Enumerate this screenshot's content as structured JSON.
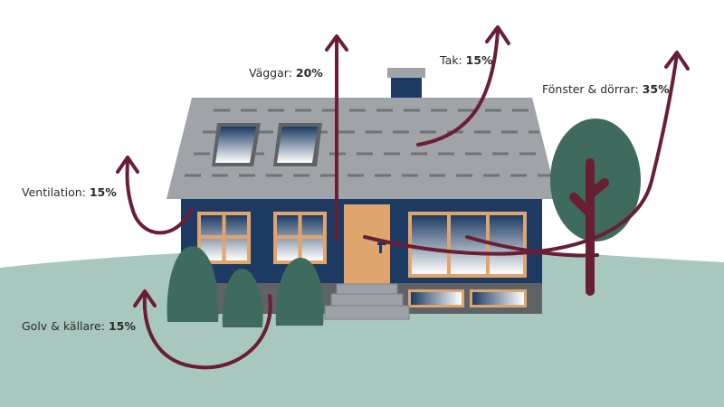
{
  "colors": {
    "ground": "#a8c7bf",
    "house": "#1d3a63",
    "roof": "#a0a3a7",
    "roof_dash": "#6f7378",
    "trim": "#e0a56d",
    "door": "#e0a56d",
    "tree": "#3f6a5e",
    "trunk": "#6a1e33",
    "arrow": "#6a1e33",
    "steps": "#9ea2a6",
    "foundation": "#5f6367"
  },
  "labels": {
    "walls": {
      "name": "Väggar:",
      "value": "20%"
    },
    "roof": {
      "name": "Tak:",
      "value": "15%"
    },
    "windows_doors": {
      "name": "Fönster & dörrar:",
      "value": "35%"
    },
    "ventilation": {
      "name": "Ventilation:",
      "value": "15%"
    },
    "floor_basement": {
      "name": "Golv & källare:",
      "value": "15%"
    }
  }
}
